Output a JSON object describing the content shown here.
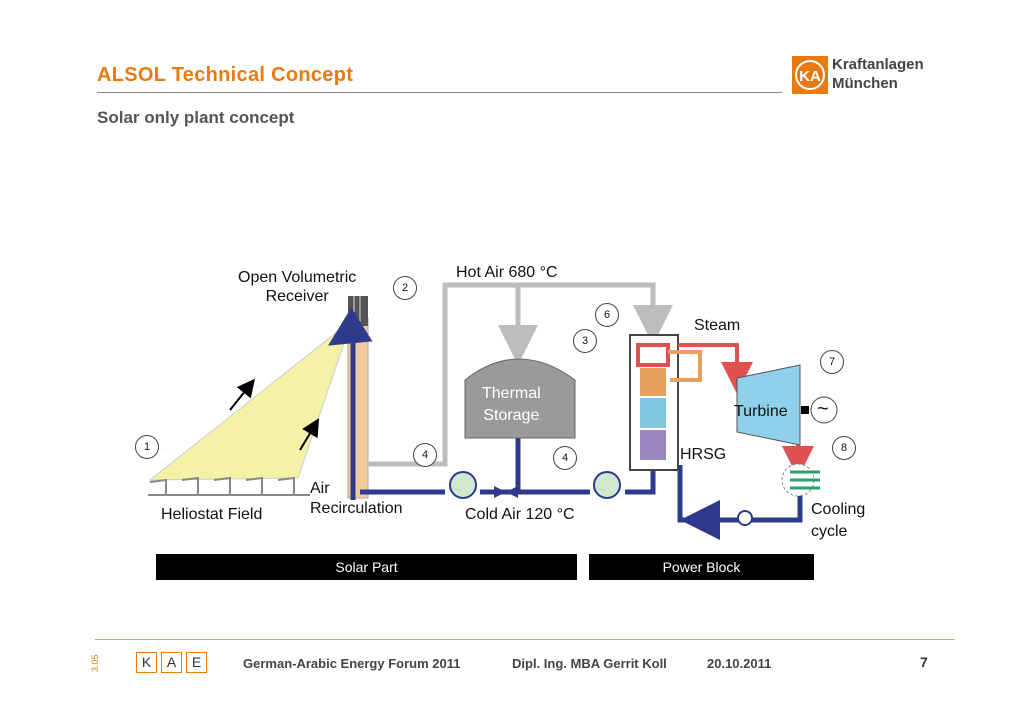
{
  "header": {
    "title": "ALSOL Technical Concept",
    "subtitle": "Solar only plant concept",
    "logo_line1": "Kraftanlagen",
    "logo_line2": "München"
  },
  "diagram": {
    "labels": {
      "receiver": "Open Volumetric\nReceiver",
      "hot_air": "Hot Air 680 °C",
      "steam": "Steam",
      "thermal_storage": "Thermal\nStorage",
      "turbine": "Turbine",
      "hrsg": "HRSG",
      "heliostat_field": "Heliostat Field",
      "air_recirculation": "Air\nRecirculation",
      "cold_air": "Cold Air 120 °C",
      "cooling_cycle": "Cooling\ncycle",
      "generator_symbol": "~"
    },
    "markers": [
      "1",
      "2",
      "3",
      "4",
      "4",
      "6",
      "7",
      "8"
    ],
    "sections": {
      "solar_part": "Solar Part",
      "power_block": "Power Block"
    },
    "colors": {
      "hot_air_pipe": "#bdbdbd",
      "cold_air_pipe": "#2e3a8c",
      "steam_pipe": "#e05050",
      "sunlight": "#f5f2a8",
      "receiver_tower": "#f4c9a0",
      "turbine": "#8fd0ea",
      "storage": "#9a9a9a",
      "accent": "#e87a10"
    }
  },
  "footer": {
    "vertical_code": "3.05",
    "kae_letters": [
      "K",
      "A",
      "E"
    ],
    "event": "German-Arabic Energy Forum 2011",
    "author": "Dipl. Ing. MBA Gerrit Koll",
    "date": "20.10.2011",
    "page": "7"
  }
}
